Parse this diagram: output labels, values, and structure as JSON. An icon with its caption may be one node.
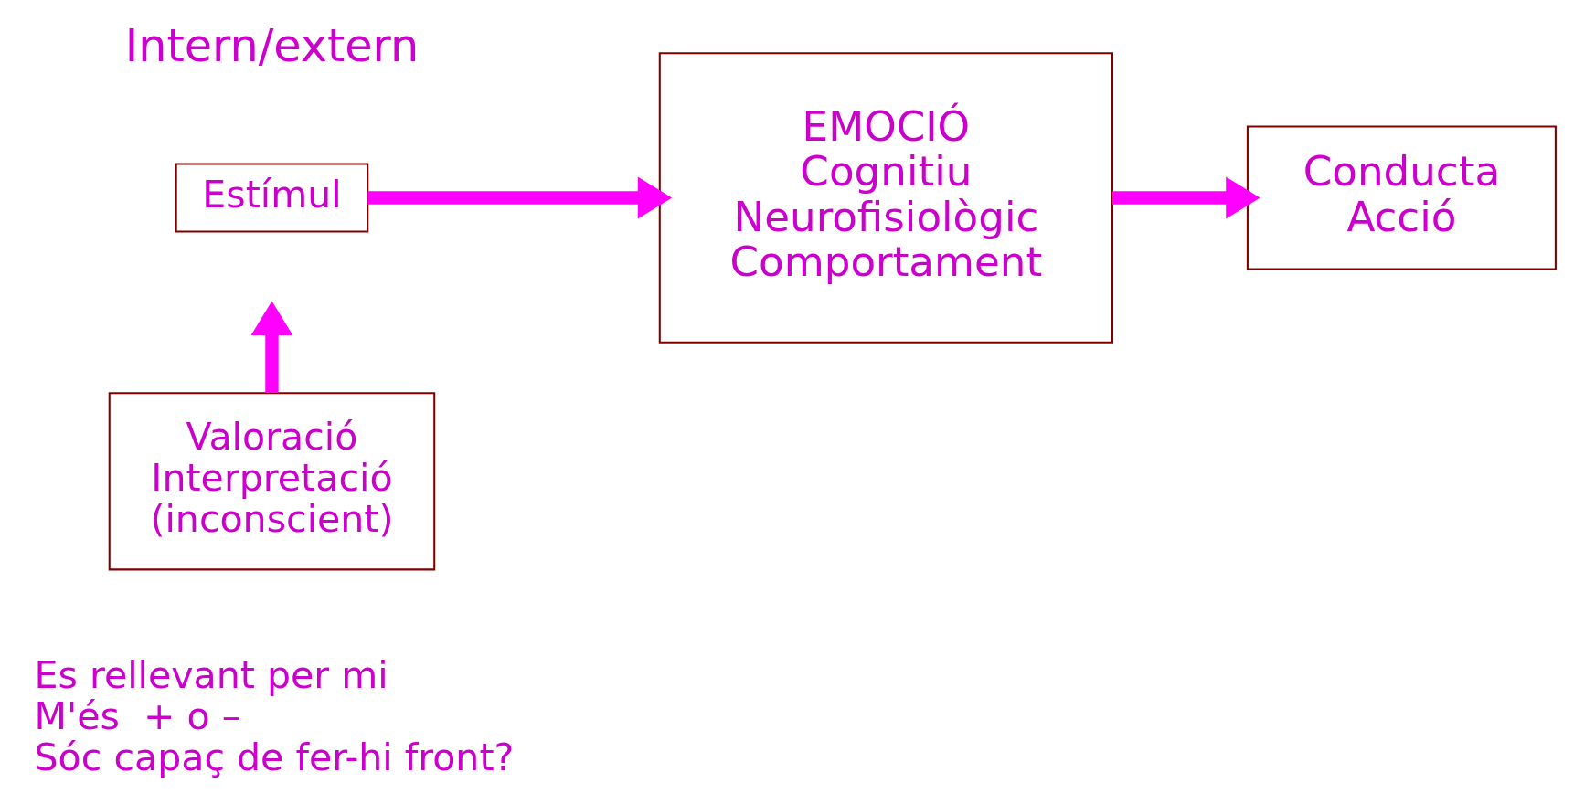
{
  "diagram": {
    "nodes": [
      {
        "text": [
          "Estímul"
        ]
      },
      {
        "text": [
          "EMOCIÓ",
          "Cognitiu",
          "Neurofisiològic",
          "Comportament"
        ]
      },
      {
        "text": [
          "Conducta",
          "Acció"
        ]
      },
      {
        "text": [
          "Valoració",
          "Interpretació",
          "(inconscient)"
        ],
        "beside": [
          "Es rellevant per mi",
          "M'és  + o –",
          "Sóc capaç de fer-hi front?"
        ]
      }
    ],
    "edges": [
      {
        "from": 0,
        "to": 1,
        "arrow": "to"
      },
      {
        "from": 1,
        "to": 2,
        "arrow": "to"
      },
      {
        "from": 3,
        "to": null,
        "arrow": "to"
      }
    ],
    "labels": [
      "Intern/extern"
    ]
  }
}
